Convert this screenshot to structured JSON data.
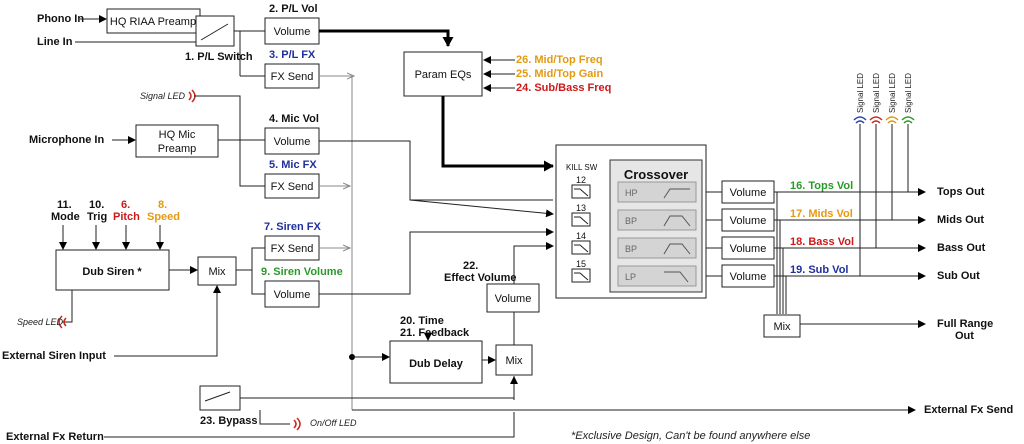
{
  "inputs": {
    "phono_in": "Phono In",
    "line_in": "Line In",
    "microphone_in": "Microphone In",
    "external_siren_input": "External Siren Input",
    "external_fx_return": "External Fx Return"
  },
  "blocks": {
    "riaa_preamp": "HQ RIAA Preamp",
    "mic_preamp_line1": "HQ Mic",
    "mic_preamp_line2": "Preamp",
    "pl_volume": "Volume",
    "pl_fx_send": "FX Send",
    "mic_volume": "Volume",
    "mic_fx_send": "FX Send",
    "siren_fx_send": "FX Send",
    "siren_volume_box": "Volume",
    "dub_siren": "Dub Siren *",
    "siren_mix": "Mix",
    "param_eqs": "Param EQs",
    "effect_volume_box": "Volume",
    "dub_delay": "Dub Delay",
    "delay_mix": "Mix",
    "crossover": "Crossover",
    "kill_sw": "KILL SW",
    "filters": [
      "HP",
      "BP",
      "BP",
      "LP"
    ],
    "band_volume": "Volume",
    "out_mix": "Mix"
  },
  "labels": {
    "pl_switch": "1. P/L Switch",
    "pl_vol": "2. P/L Vol",
    "pl_fx": "3. P/L FX",
    "mic_vol": "4. Mic Vol",
    "mic_fx": "5. Mic FX",
    "siren_fx": "7. Siren FX",
    "siren_volume": "9. Siren Volume",
    "mode_num": "11.",
    "mode": "Mode",
    "trig_num": "10.",
    "trig": "Trig",
    "pitch_num": "6.",
    "pitch": "Pitch",
    "speed_num": "8.",
    "speed": "Speed",
    "signal_led": "Signal LED",
    "speed_led": "Speed LED",
    "onoff_led": "On/Off LED",
    "bypass": "23. Bypass",
    "time": "20. Time",
    "feedback": "21. Feedback",
    "effect_volume_num": "22.",
    "effect_volume": "Effect Volume",
    "mid_top_freq": "26. Mid/Top Freq",
    "mid_top_gain": "25. Mid/Top Gain",
    "sub_bass_freq": "24. Sub/Bass Freq",
    "kill_numbers": [
      "12",
      "13",
      "14",
      "15"
    ],
    "tops_vol": "16. Tops Vol",
    "mids_vol": "17. Mids Vol",
    "bass_vol": "18. Bass Vol",
    "sub_vol": "19. Sub Vol"
  },
  "outputs": {
    "tops_out": "Tops Out",
    "mids_out": "Mids Out",
    "bass_out": "Bass Out",
    "sub_out": "Sub Out",
    "full_range_line1": "Full Range",
    "full_range_line2": "Out",
    "external_fx_send": "External Fx Send"
  },
  "footnote": "*Exclusive Design, Can't be found anywhere else",
  "colors": {
    "blue": "#1f2f9e",
    "green": "#2a9a2a",
    "red": "#cc1a1a",
    "orange": "#e39a12",
    "filter_bg": "#d4d4d4",
    "crossover_bg": "#e6e6e6",
    "led_red": "#c8281e",
    "led_blue": "#2b3fb3",
    "led_orange": "#e39a12",
    "led_green": "#2a9a2a"
  }
}
